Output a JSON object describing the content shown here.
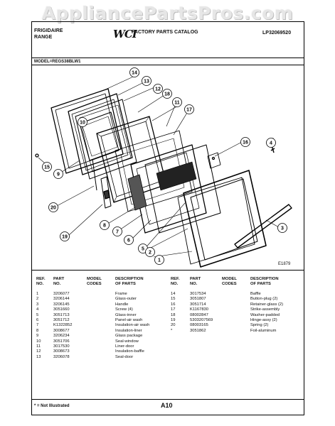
{
  "watermark": "AppliancePartsPros.com",
  "header": {
    "brand": "FRIGIDAIRE",
    "product": "RANGE",
    "logo_text": "WCI",
    "catalog": "FACTORY PARTS CATALOG",
    "doc_number": "LP32069520"
  },
  "model": "MODEL=REGS38BLW1",
  "figure_code": "E1879",
  "callouts": [
    "1",
    "2",
    "3",
    "4",
    "5",
    "6",
    "7",
    "8",
    "9",
    "10",
    "11",
    "12",
    "13",
    "14",
    "15",
    "16",
    "17",
    "18",
    "19",
    "20"
  ],
  "table": {
    "headers": {
      "ref": [
        "REF.",
        "NO."
      ],
      "part": [
        "PART",
        "NO."
      ],
      "model": [
        "MODEL",
        "CODES"
      ],
      "desc": [
        "DESCRIPTION",
        "OF PARTS"
      ]
    },
    "left_rows": [
      {
        "ref": "1",
        "part": "3206077",
        "desc": "Frame"
      },
      {
        "ref": "2",
        "part": "3206144",
        "desc": "Glass-outer"
      },
      {
        "ref": "3",
        "part": "3206145",
        "desc": "Handle"
      },
      {
        "ref": "4",
        "part": "3051660",
        "desc": "Screw (4)"
      },
      {
        "ref": "5",
        "part": "3051713",
        "desc": "Glass-inner"
      },
      {
        "ref": "6",
        "part": "3051712",
        "desc": "Panel-air wash"
      },
      {
        "ref": "7",
        "part": "K1322852",
        "desc": "Insulation-air wash"
      },
      {
        "ref": "8",
        "part": "3008677",
        "desc": "Insulation-liner"
      },
      {
        "ref": "9",
        "part": "3206234",
        "desc": "Glass package"
      },
      {
        "ref": "10",
        "part": "3051706",
        "desc": "Seal-window"
      },
      {
        "ref": "11",
        "part": "3017530",
        "desc": "Liner-door"
      },
      {
        "ref": "12",
        "part": "3008673",
        "desc": "Insulation-baffle"
      },
      {
        "ref": "13",
        "part": "3206078",
        "desc": "Seal-door"
      }
    ],
    "right_rows": [
      {
        "ref": "14",
        "part": "3017534",
        "desc": "Baffle"
      },
      {
        "ref": "15",
        "part": "3051807",
        "desc": "Button-plug (2)"
      },
      {
        "ref": "16",
        "part": "3051714",
        "desc": "Retainer-glass (2)"
      },
      {
        "ref": "17",
        "part": "K1167830",
        "desc": "Strike-assembly"
      },
      {
        "ref": "18",
        "part": "08002847",
        "desc": "Washer-padded"
      },
      {
        "ref": "19",
        "part": "5303207569",
        "desc": "Hinge-assy (2)"
      },
      {
        "ref": "20",
        "part": "08003165",
        "desc": "Spring (2)"
      },
      {
        "ref": "",
        "part": "",
        "desc": ""
      },
      {
        "ref": "*",
        "part": "3051862",
        "desc": "Foil-aluminum"
      }
    ]
  },
  "footnote": "* = Not Illustrated",
  "page_number": "A10"
}
